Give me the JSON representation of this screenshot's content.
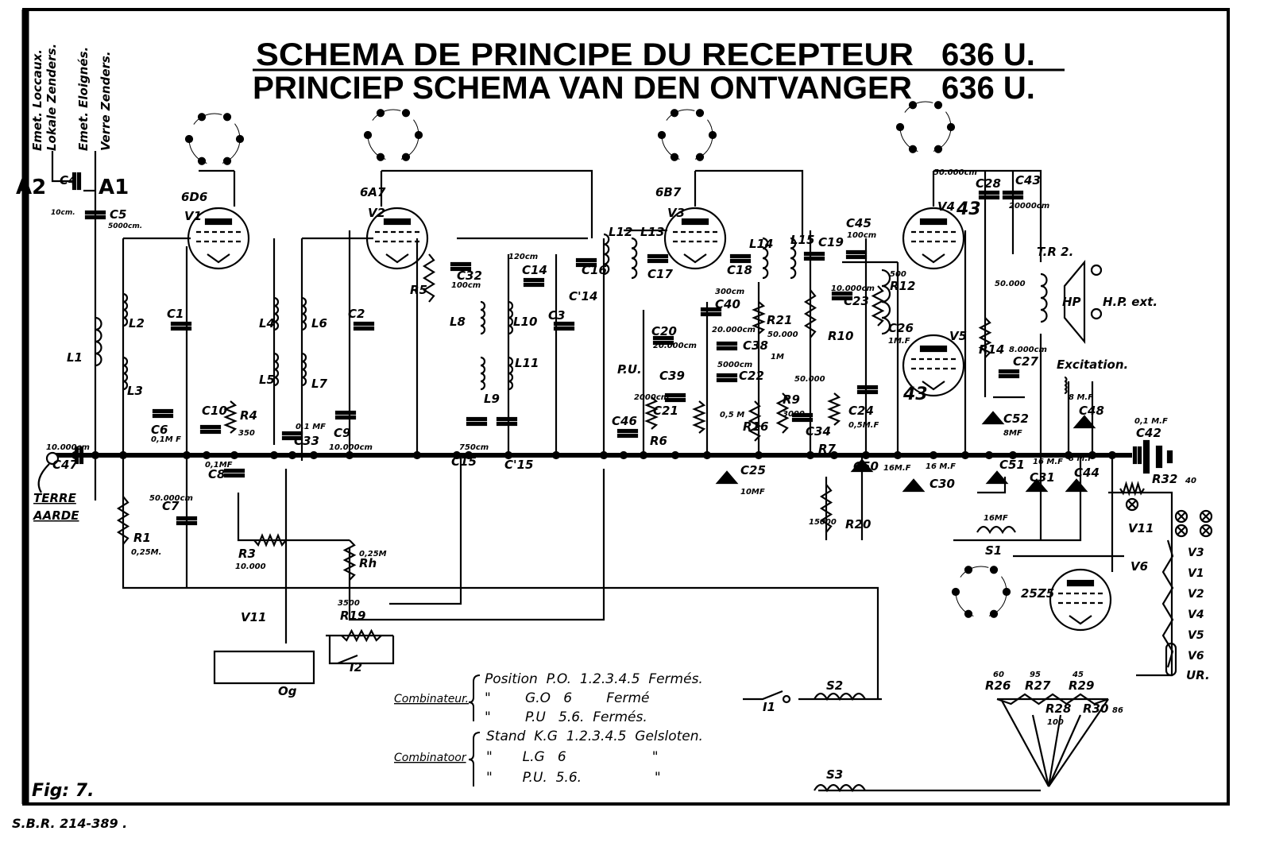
{
  "title": {
    "french": "SCHEMA DE PRINCIPE DU RECEPTEUR",
    "french_model": "636 U.",
    "dutch": "PRINCIEP SCHEMA VAN DEN ONTVANGER",
    "dutch_model": "636 U."
  },
  "antenna": {
    "local_fr": "Emet. Loccaux.",
    "local_nl": "Lokale Zenders.",
    "far_fr": "Emet. Eloignés.",
    "far_nl": "Verre Zenders.",
    "a2": "A2",
    "a1": "A1",
    "c4": "C4",
    "c4_val": "10cm.",
    "c5": "C5",
    "c5_val": "5000cm."
  },
  "tubes": {
    "v1_type": "6D6",
    "v1": "V1",
    "v2_type": "6A7",
    "v2": "V2",
    "v3_type": "6B7",
    "v3": "V3",
    "v4": "V4",
    "v4_type": "43",
    "v5": "V5",
    "v5_type": "43",
    "v6": "V6",
    "v6_type": "25Z5",
    "v11": "V11"
  },
  "coils": [
    "L1",
    "L2",
    "L3",
    "L4",
    "L5",
    "L6",
    "L7",
    "L8",
    "L9",
    "L10",
    "L11",
    "L12",
    "L13",
    "L14",
    "L15"
  ],
  "components": {
    "c1": "C1",
    "c2": "C2",
    "c3": "C3",
    "c6": "C6",
    "c6_val": "0,1M F",
    "c47": "C47",
    "c47_val": "10.000cm",
    "c7": "C7",
    "c7_val": "50.000cm",
    "r1": "R1",
    "r1_val": "0,25M.",
    "r3": "R3",
    "r3_val": "10.000",
    "r4": "R4",
    "r4_val": "350",
    "c10": "C10",
    "c8": "C8",
    "c8_val": "0,1MF",
    "c33": "C33",
    "c33_val": "0,1 MF",
    "c9": "C9",
    "c9_val": "10.000cm",
    "r19": "R19",
    "r19_val": "3500",
    "rh": "Rh",
    "rh_val": "0,25M",
    "og": "Og",
    "i2": "I2",
    "r5": "R5",
    "c32": "C32",
    "c32_val": "100cm",
    "c14": "C14",
    "c14b": "C'14",
    "c14_val": "120cm",
    "c15": "C15",
    "c15b": "C'15",
    "c15_val": "750cm",
    "c16": "C16",
    "c17": "C17",
    "c18": "C18",
    "c19": "C19",
    "c45": "C45",
    "c45_val": "100cm",
    "c20": "C20",
    "c20_val": "20.000cm",
    "c21": "C21",
    "c21_val": "2000cm",
    "c39": "C39",
    "c46": "C46",
    "r6": "R6",
    "pu": "P.U.",
    "c40": "C40",
    "c40_val": "300cm",
    "r21": "R21",
    "r21_val": "50.000",
    "c38": "C38",
    "c38_val": "20.000cm",
    "c22": "C22",
    "c22_val": "5000cm",
    "r16": "R16",
    "r16_val": "0,5 M",
    "r9": "R9",
    "r9_val": "3000",
    "c34": "C34",
    "r7": "R7",
    "r7_val": "1M",
    "r10": "R10",
    "r10_val": "50.000",
    "r12": "R12",
    "r12_val": "500",
    "c26": "C26",
    "c26_val": "1M.F",
    "c23": "C23",
    "c23_val": "10.000cm",
    "c24": "C24",
    "c24_val": "0,5M.F",
    "c25": "C25",
    "c25_val": "10MF",
    "c50": "C50",
    "c50_val": "16M.F",
    "c30": "C30",
    "c30_val": "16 M.F",
    "c52": "C52",
    "c52_val": "8MF",
    "c51": "C51",
    "c51_val": "16MF",
    "c31": "C31",
    "c31_val": "16 M.F",
    "c44": "C44",
    "c44_val": "8 M.F",
    "c42": "C42",
    "c42_val": "0,1 M.F",
    "c48": "C48",
    "c48_val": "8 M.F",
    "excitation": "Excitation.",
    "r32": "R32",
    "r32_val": "40",
    "v11": "V11",
    "s1": "S1",
    "s2": "S2",
    "s3": "S3",
    "i1": "I1",
    "ur": "UR.",
    "r20": "R20",
    "r20_val": "15000",
    "tr2": "T.R 2.",
    "hp": "HP",
    "hp_ext": "H.P. ext.",
    "r14": "R14",
    "r14_val": "50.000",
    "c27": "C27",
    "c27_val": "8.000cm",
    "c28": "C28",
    "c28_val": "50.000cm",
    "c43": "C43",
    "c43_val": "20000cm",
    "r26": "R26",
    "r26_val": "60",
    "r27": "R27",
    "r27_val": "95",
    "r28": "R28",
    "r28_val": "100",
    "r29": "R29",
    "r29_val": "45",
    "r30": "R30",
    "r30_val": "86",
    "heaters": [
      "V3",
      "V1",
      "V2",
      "V4",
      "V5",
      "V6"
    ]
  },
  "ground": {
    "terre": "TERRE",
    "aarde": "AARDE"
  },
  "legend": {
    "fr_title": "Combinateur.",
    "fr_lines": [
      "Position  P.O.  1.2.3.4.5  Fermés.",
      "\"        G.O   6        Fermé",
      "\"        P.U   5.6.  Fermés."
    ],
    "nl_title": "Combinatoor",
    "nl_lines": [
      "Stand  K.G  1.2.3.4.5  Gelsloten.",
      "\"       L.G   6                    \"",
      "\"       P.U.  5.6.                 \""
    ]
  },
  "footer": {
    "fig": "Fig: 7.",
    "ref": "S.B.R. 214-389 ."
  }
}
